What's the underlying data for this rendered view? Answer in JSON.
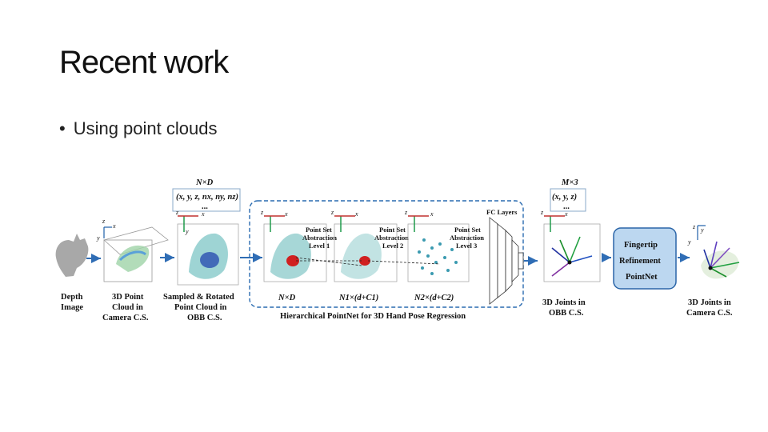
{
  "slide": {
    "title": "Recent work",
    "bullet": "Using point clouds"
  },
  "diagram": {
    "stages": {
      "depth_image": [
        "Depth",
        "Image"
      ],
      "point_cloud_camera": [
        "3D Point",
        "Cloud in",
        "Camera C.S."
      ],
      "sampled_rotated": [
        "Sampled & Rotated",
        "Point Cloud in",
        "OBB C.S."
      ],
      "joints_obb": [
        "3D Joints in",
        "OBB C.S."
      ],
      "joints_camera": [
        "3D Joints in",
        "Camera C.S."
      ]
    },
    "input_dims": "N×D",
    "input_features": "(x, y, z, nx, ny, nz)",
    "ellipsis": "...",
    "output_dims": "M×3",
    "output_features": "(x, y, z)",
    "sa_levels": [
      [
        "Point Set",
        "Abstraction",
        "Level 1"
      ],
      [
        "Point Set",
        "Abstraction",
        "Level 2"
      ],
      [
        "Point Set",
        "Abstraction",
        "Level 3"
      ]
    ],
    "dims_below": [
      "N×D",
      "N1×(d+C1)",
      "N2×(d+C2)"
    ],
    "fc_label": "FC Layers",
    "refinement": [
      "Fingertip",
      "Refinement",
      "PointNet"
    ],
    "caption": "Hierarchical PointNet for 3D Hand Pose Regression",
    "axis_labels": {
      "x": "x",
      "y": "y",
      "z": "z"
    },
    "colors": {
      "blue_accent": "#1f5fa8",
      "box_fill": "#bcd7f0",
      "box_stroke": "#2b65a8",
      "dashed": "#2a6bb0",
      "arrow": "#2f6db5"
    }
  }
}
